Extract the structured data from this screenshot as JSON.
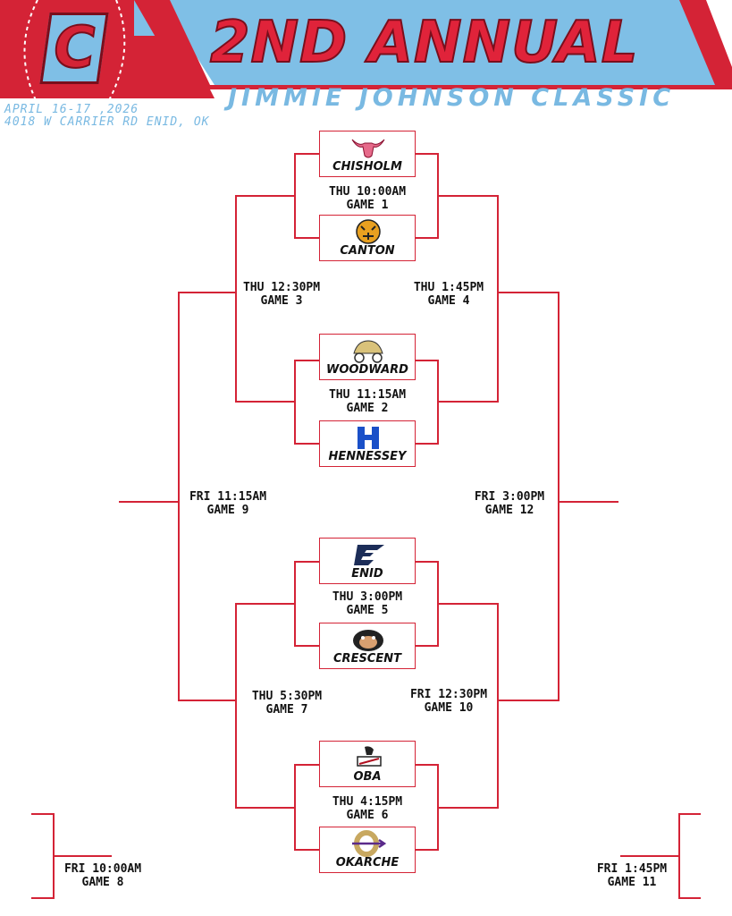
{
  "header": {
    "logo_letter": "C",
    "title": "2ND ANNUAL",
    "subtitle": "JIMMIE JOHNSON CLASSIC",
    "date": "APRIL 16-17 ,2026",
    "address": "4018 W CARRIER RD ENID, OK"
  },
  "colors": {
    "red": "#d42336",
    "light_blue": "#7fbfe6",
    "dark": "#111111"
  },
  "teams": {
    "chisholm": {
      "name": "CHISHOLM",
      "icon": "longhorn-logo-icon"
    },
    "canton": {
      "name": "CANTON",
      "icon": "tiger-logo-icon"
    },
    "woodward": {
      "name": "WOODWARD",
      "icon": "covered-wagon-logo-icon"
    },
    "hennessey": {
      "name": "HENNESSEY",
      "icon": "h-letter-logo-icon"
    },
    "enid": {
      "name": "ENID",
      "icon": "e-letter-logo-icon"
    },
    "crescent": {
      "name": "CRESCENT",
      "icon": "tiger-head-logo-icon"
    },
    "oba": {
      "name": "OBA",
      "icon": "trojan-logo-icon"
    },
    "okarche": {
      "name": "OKARCHE",
      "icon": "o-arrow-logo-icon"
    }
  },
  "games": {
    "g1": {
      "time": "THU 10:00AM",
      "label": "GAME 1"
    },
    "g2": {
      "time": "THU 11:15AM",
      "label": "GAME 2"
    },
    "g3": {
      "time": "THU 12:30PM",
      "label": "GAME 3"
    },
    "g4": {
      "time": "THU 1:45PM",
      "label": "GAME 4"
    },
    "g5": {
      "time": "THU 3:00PM",
      "label": "GAME 5"
    },
    "g6": {
      "time": "THU 4:15PM",
      "label": "GAME 6"
    },
    "g7": {
      "time": "THU 5:30PM",
      "label": "GAME 7"
    },
    "g8": {
      "time": "FRI 10:00AM",
      "label": "GAME 8"
    },
    "g9": {
      "time": "FRI 11:15AM",
      "label": "GAME 9"
    },
    "g10": {
      "time": "FRI 12:30PM",
      "label": "GAME 10"
    },
    "g11": {
      "time": "FRI 1:45PM",
      "label": "GAME 11"
    },
    "g12": {
      "time": "FRI 3:00PM",
      "label": "GAME 12"
    }
  }
}
